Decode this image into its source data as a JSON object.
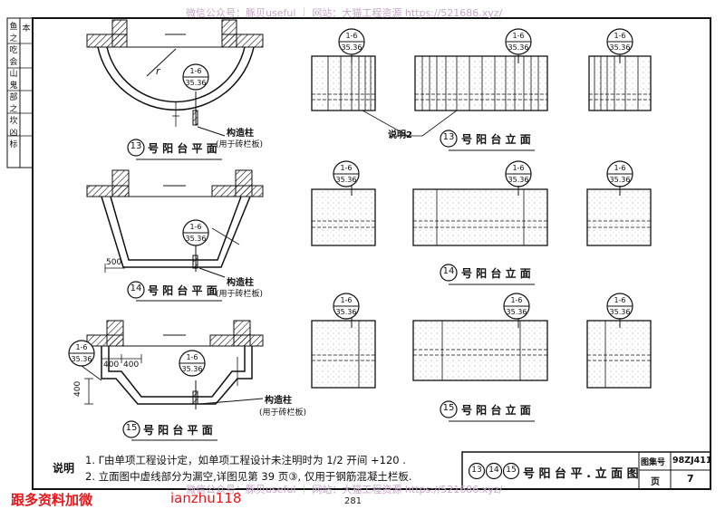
{
  "watermark_top": "微信公众号：豚贝useful ｜ 网站：大猫工程资源 https://521686.xyz/",
  "watermark_bottom": "微信公众号：豚贝useful ｜ 网站：大猫工程资源 https://521686.xyz/",
  "side_bar": [
    "鱼",
    "之",
    "吃",
    "会",
    "山",
    "鬼",
    "部",
    "之",
    "坎",
    "凶",
    "标",
    "本"
  ],
  "callout": {
    "top": "1-6",
    "bottom": "35.36"
  },
  "plan_labels": {
    "p13": {
      "num": "13",
      "text": "号 阳 台 平 面"
    },
    "p14": {
      "num": "14",
      "text": "号 阳 台 平 面"
    },
    "p15": {
      "num": "15",
      "text": "号 阳 台 平 面"
    }
  },
  "elev_labels": {
    "e13": {
      "num": "13",
      "text": "号 阳 台 立 面"
    },
    "e14": {
      "num": "14",
      "text": "号 阳 台 立 面"
    },
    "e15": {
      "num": "15",
      "text": "号 阳 台 立 面"
    }
  },
  "annotations": {
    "gouzaozhu": "构造柱",
    "yongyu": "(用于砖栏板)",
    "shuoming2": "说明2",
    "radius_r": "r",
    "dim_500": "500",
    "dim_400a": "400",
    "dim_400b": "400",
    "dim_400c": "400"
  },
  "notes": {
    "title": "说明",
    "line1": "1. Γ由单项工程设计定，如单项工程设计未注明时为 1/2 开间 +120 .",
    "line2": "2. 立面图中虚线部分为漏空,详图见第 39 页③, 仅用于钢筋混凝土栏板."
  },
  "title_block": {
    "circles": [
      "13",
      "14",
      "15"
    ],
    "title": "号 阳 台 平 . 立 面 图",
    "atlas_label": "图集号",
    "atlas_value": "98ZJ411",
    "page_label": "页",
    "page_value": "7"
  },
  "page_number": "281",
  "footer_red_left": "跟多资料加微",
  "footer_red_mid": "ianzhu118"
}
